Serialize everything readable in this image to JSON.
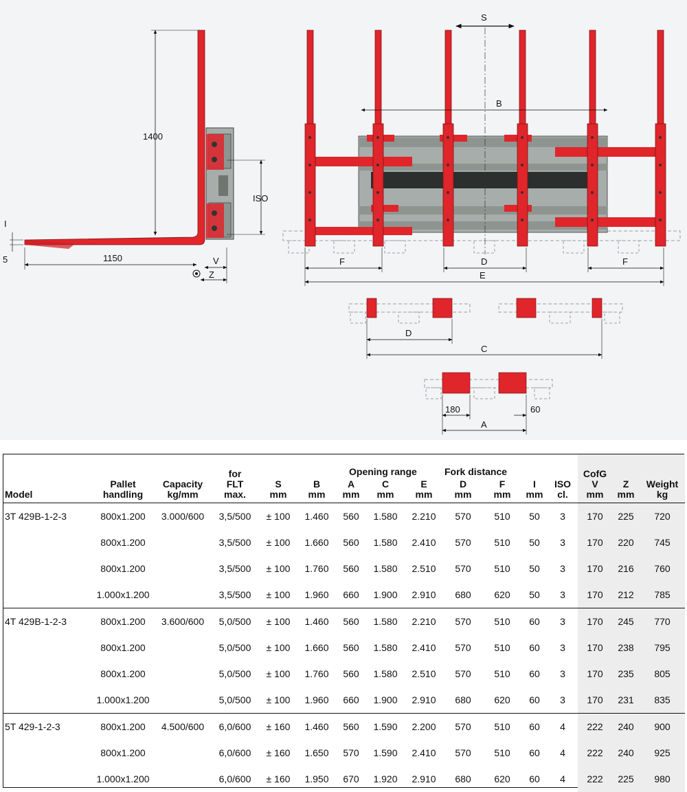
{
  "drawing": {
    "side_view": {
      "fork_height": "1400",
      "fork_length": "1150",
      "iso_label": "ISO",
      "i_label": "I",
      "five_label": "5",
      "v_label": "V",
      "z_label": "Z"
    },
    "front_view": {
      "s_label": "S",
      "b_label": "B",
      "f_left_label": "F",
      "d_label": "D",
      "f_right_label": "F",
      "e_label": "E"
    },
    "mid_view": {
      "d_label": "D",
      "c_label": "C"
    },
    "bottom_view": {
      "dim_180": "180",
      "dim_60": "60",
      "a_label": "A"
    }
  },
  "colors": {
    "fork_red": "#e0252b",
    "frame_grey": "#8e9590",
    "pallet_grey": "#9aa0a4"
  },
  "table": {
    "headers": {
      "model": "Model",
      "pallet": [
        "Pallet",
        "handling"
      ],
      "capacity": [
        "Capacity",
        "kg/mm"
      ],
      "flt": [
        "for",
        "FLT",
        "max."
      ],
      "s": [
        "S",
        "mm"
      ],
      "b": [
        "B",
        "mm"
      ],
      "opening_range": "Opening range",
      "a": [
        "A",
        "mm"
      ],
      "c": [
        "C",
        "mm"
      ],
      "e": [
        "E",
        "mm"
      ],
      "fork_distance": "Fork distance",
      "d": [
        "D",
        "mm"
      ],
      "f": [
        "F",
        "mm"
      ],
      "i": [
        "I",
        "mm"
      ],
      "iso": [
        "ISO",
        "cl."
      ],
      "v": [
        "CofG",
        "V",
        "mm"
      ],
      "z": [
        "Z",
        "mm"
      ],
      "weight": [
        "Weight",
        "kg"
      ]
    },
    "groups": [
      {
        "rows": [
          [
            "3T 429B-1-2-3",
            "800x1.200",
            "3.000/600",
            "3,5/500",
            "± 100",
            "1.460",
            "560",
            "1.580",
            "2.210",
            "570",
            "510",
            "50",
            "3",
            "170",
            "225",
            "720"
          ],
          [
            "",
            "800x1.200",
            "",
            "3,5/500",
            "± 100",
            "1.660",
            "560",
            "1.580",
            "2.410",
            "570",
            "510",
            "50",
            "3",
            "170",
            "220",
            "745"
          ],
          [
            "",
            "800x1.200",
            "",
            "3,5/500",
            "± 100",
            "1.760",
            "560",
            "1.580",
            "2.510",
            "570",
            "510",
            "50",
            "3",
            "170",
            "216",
            "760"
          ],
          [
            "",
            "1.000x1.200",
            "",
            "3,5/500",
            "± 100",
            "1.960",
            "660",
            "1.900",
            "2.910",
            "680",
            "620",
            "50",
            "3",
            "170",
            "212",
            "785"
          ]
        ]
      },
      {
        "rows": [
          [
            "4T 429B-1-2-3",
            "800x1.200",
            "3.600/600",
            "5,0/500",
            "± 100",
            "1.460",
            "560",
            "1.580",
            "2.210",
            "570",
            "510",
            "60",
            "3",
            "170",
            "245",
            "770"
          ],
          [
            "",
            "800x1.200",
            "",
            "5,0/500",
            "± 100",
            "1.660",
            "560",
            "1.580",
            "2.410",
            "570",
            "510",
            "60",
            "3",
            "170",
            "238",
            "795"
          ],
          [
            "",
            "800x1.200",
            "",
            "5,0/500",
            "± 100",
            "1.760",
            "560",
            "1.580",
            "2.510",
            "570",
            "510",
            "60",
            "3",
            "170",
            "235",
            "805"
          ],
          [
            "",
            "1.000x1.200",
            "",
            "5,0/500",
            "± 100",
            "1.960",
            "660",
            "1.900",
            "2.910",
            "680",
            "620",
            "60",
            "3",
            "170",
            "231",
            "835"
          ]
        ]
      },
      {
        "rows": [
          [
            "5T 429-1-2-3",
            "800x1.200",
            "4.500/600",
            "6,0/600",
            "± 160",
            "1.460",
            "560",
            "1.590",
            "2.200",
            "570",
            "510",
            "60",
            "4",
            "222",
            "240",
            "900"
          ],
          [
            "",
            "800x1.200",
            "",
            "6,0/600",
            "± 160",
            "1.650",
            "570",
            "1.590",
            "2.410",
            "570",
            "510",
            "60",
            "4",
            "222",
            "240",
            "925"
          ],
          [
            "",
            "1.000x1.200",
            "",
            "6,0/600",
            "± 160",
            "1.950",
            "670",
            "1.920",
            "2.910",
            "680",
            "620",
            "60",
            "4",
            "222",
            "225",
            "980"
          ]
        ]
      }
    ]
  }
}
